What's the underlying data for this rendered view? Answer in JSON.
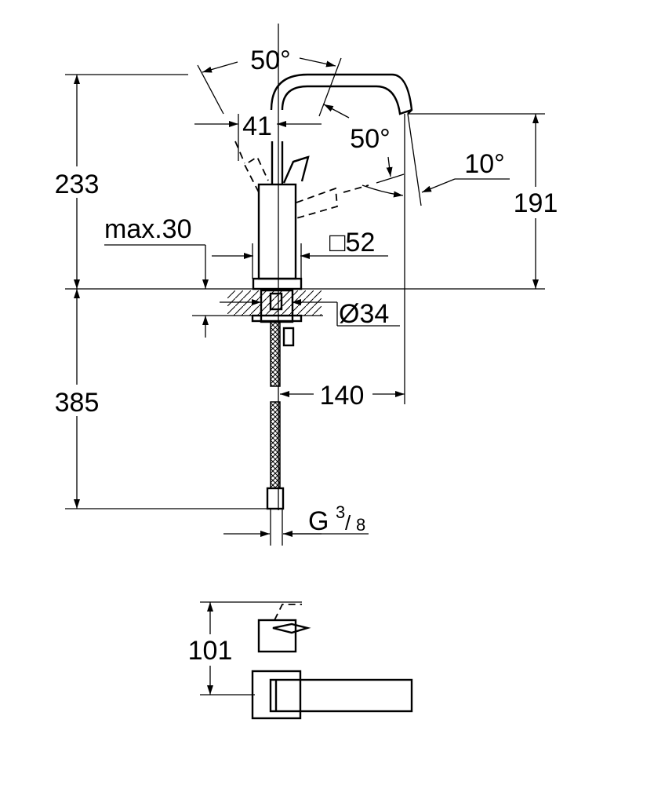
{
  "drawing": {
    "side_view": {
      "angle_top": "50°",
      "angle_spout": "50°",
      "angle_right": "10°",
      "width_41": "41",
      "height_233": "233",
      "height_191": "191",
      "max_thickness": "max.30",
      "square_52": "□52",
      "diameter_34": "Ø34",
      "reach_140": "140",
      "hose_385": "385",
      "thread_G": "G",
      "thread_num": "3",
      "thread_den": "8"
    },
    "top_view": {
      "depth_101": "101"
    }
  }
}
